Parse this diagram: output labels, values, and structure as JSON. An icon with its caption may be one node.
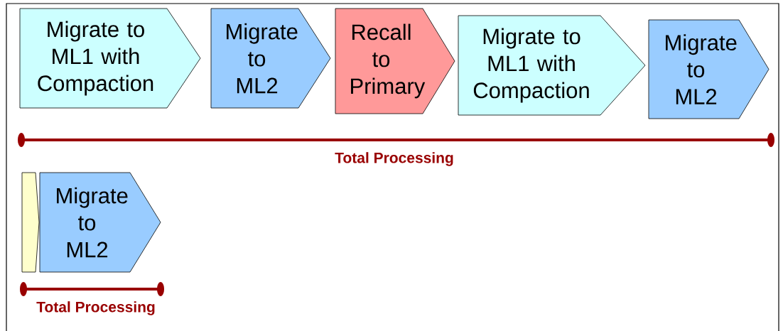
{
  "diagram": {
    "nodes": [
      {
        "text": [
          "Migrate to ML1 with Compaction"
        ]
      },
      {
        "text": [
          "Migrate to ML2"
        ]
      },
      {
        "text": [
          "Recall to Primary"
        ]
      },
      {
        "text": [
          "Migrate to ML1 with Compaction"
        ]
      },
      {
        "text": [
          "Migrate to ML2"
        ]
      },
      {
        "text": [],
        "shape": "chevron"
      },
      {
        "text": [
          "Migrate to ML2"
        ]
      }
    ],
    "labels": [
      "Total Processing",
      "Total Processing"
    ]
  }
}
